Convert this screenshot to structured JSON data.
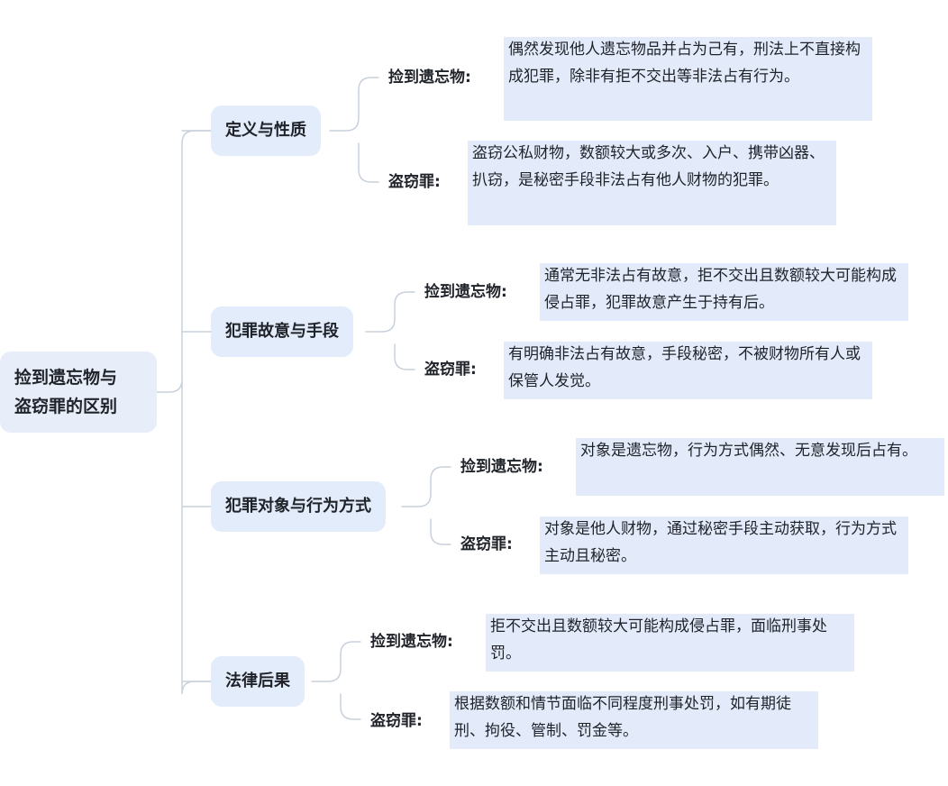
{
  "root": {
    "line1": "捡到遗忘物与",
    "line2": "盗窃罪的区别"
  },
  "branches": [
    {
      "title": "定义与性质",
      "items": [
        {
          "label": "捡到遗忘物:",
          "text": "偶然发现他人遗忘物品并占为己有，刑法上不直接构成犯罪，除非有拒不交出等非法占有行为。"
        },
        {
          "label": "盗窃罪:",
          "text": "盗窃公私财物，数额较大或多次、入户、携带凶器、扒窃，是秘密手段非法占有他人财物的犯罪。"
        }
      ]
    },
    {
      "title": "犯罪故意与手段",
      "items": [
        {
          "label": "捡到遗忘物:",
          "text": "通常无非法占有故意，拒不交出且数额较大可能构成侵占罪，犯罪故意产生于持有后。"
        },
        {
          "label": "盗窃罪:",
          "text": "有明确非法占有故意，手段秘密，不被财物所有人或保管人发觉。"
        }
      ]
    },
    {
      "title": "犯罪对象与行为方式",
      "items": [
        {
          "label": "捡到遗忘物:",
          "text": "对象是遗忘物，行为方式偶然、无意发现后占有。"
        },
        {
          "label": "盗窃罪:",
          "text": "对象是他人财物，通过秘密手段主动获取，行为方式主动且秘密。"
        }
      ]
    },
    {
      "title": "法律后果",
      "items": [
        {
          "label": "捡到遗忘物:",
          "text": "拒不交出且数额较大可能构成侵占罪，面临刑事处罚。"
        },
        {
          "label": "盗窃罪:",
          "text": "根据数额和情节面临不同程度刑事处罚，如有期徒刑、拘役、管制、罚金等。"
        }
      ]
    }
  ],
  "colors": {
    "line": "#c9d1dc",
    "node_fill": "#e3ecfa",
    "text": "#1f2329"
  }
}
